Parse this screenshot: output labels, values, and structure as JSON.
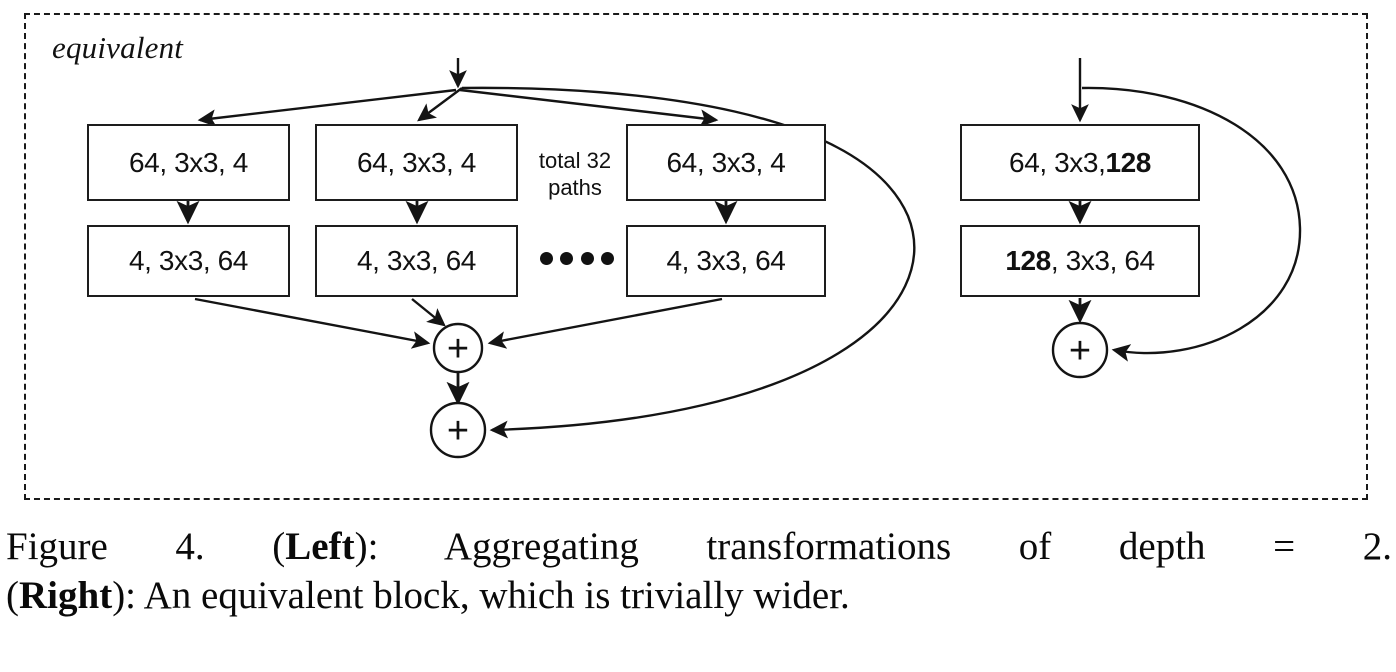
{
  "figure": {
    "frame_label": "equivalent",
    "border_color": "#1a1a1a",
    "line_color": "#1d1d1d"
  },
  "left_block": {
    "paths_note_line1": "total 32",
    "paths_note_line2": "paths",
    "ellipsis_dot_count": 4,
    "columns": [
      {
        "top": "64, 3x3, 4",
        "bottom": "4, 3x3, 64"
      },
      {
        "top": "64, 3x3, 4",
        "bottom": "4, 3x3, 64"
      },
      {
        "top": "64, 3x3, 4",
        "bottom": "4, 3x3, 64"
      }
    ],
    "sum_nodes": [
      {
        "label": "+"
      },
      {
        "label": "+"
      }
    ]
  },
  "right_block": {
    "top_box": {
      "prefix": "64, 3x3, ",
      "bold": "128"
    },
    "bottom_box": {
      "bold": "128",
      "suffix": ", 3x3, 64"
    },
    "sum_node": {
      "label": "+"
    }
  },
  "caption": {
    "line1_a": "Figure 4. (",
    "line1_b": "Left",
    "line1_c": "):  Aggregating  transformations  of  depth  =  2.",
    "line2_a": "(",
    "line2_b": "Right",
    "line2_c": "): An equivalent block, which is trivially wider."
  }
}
